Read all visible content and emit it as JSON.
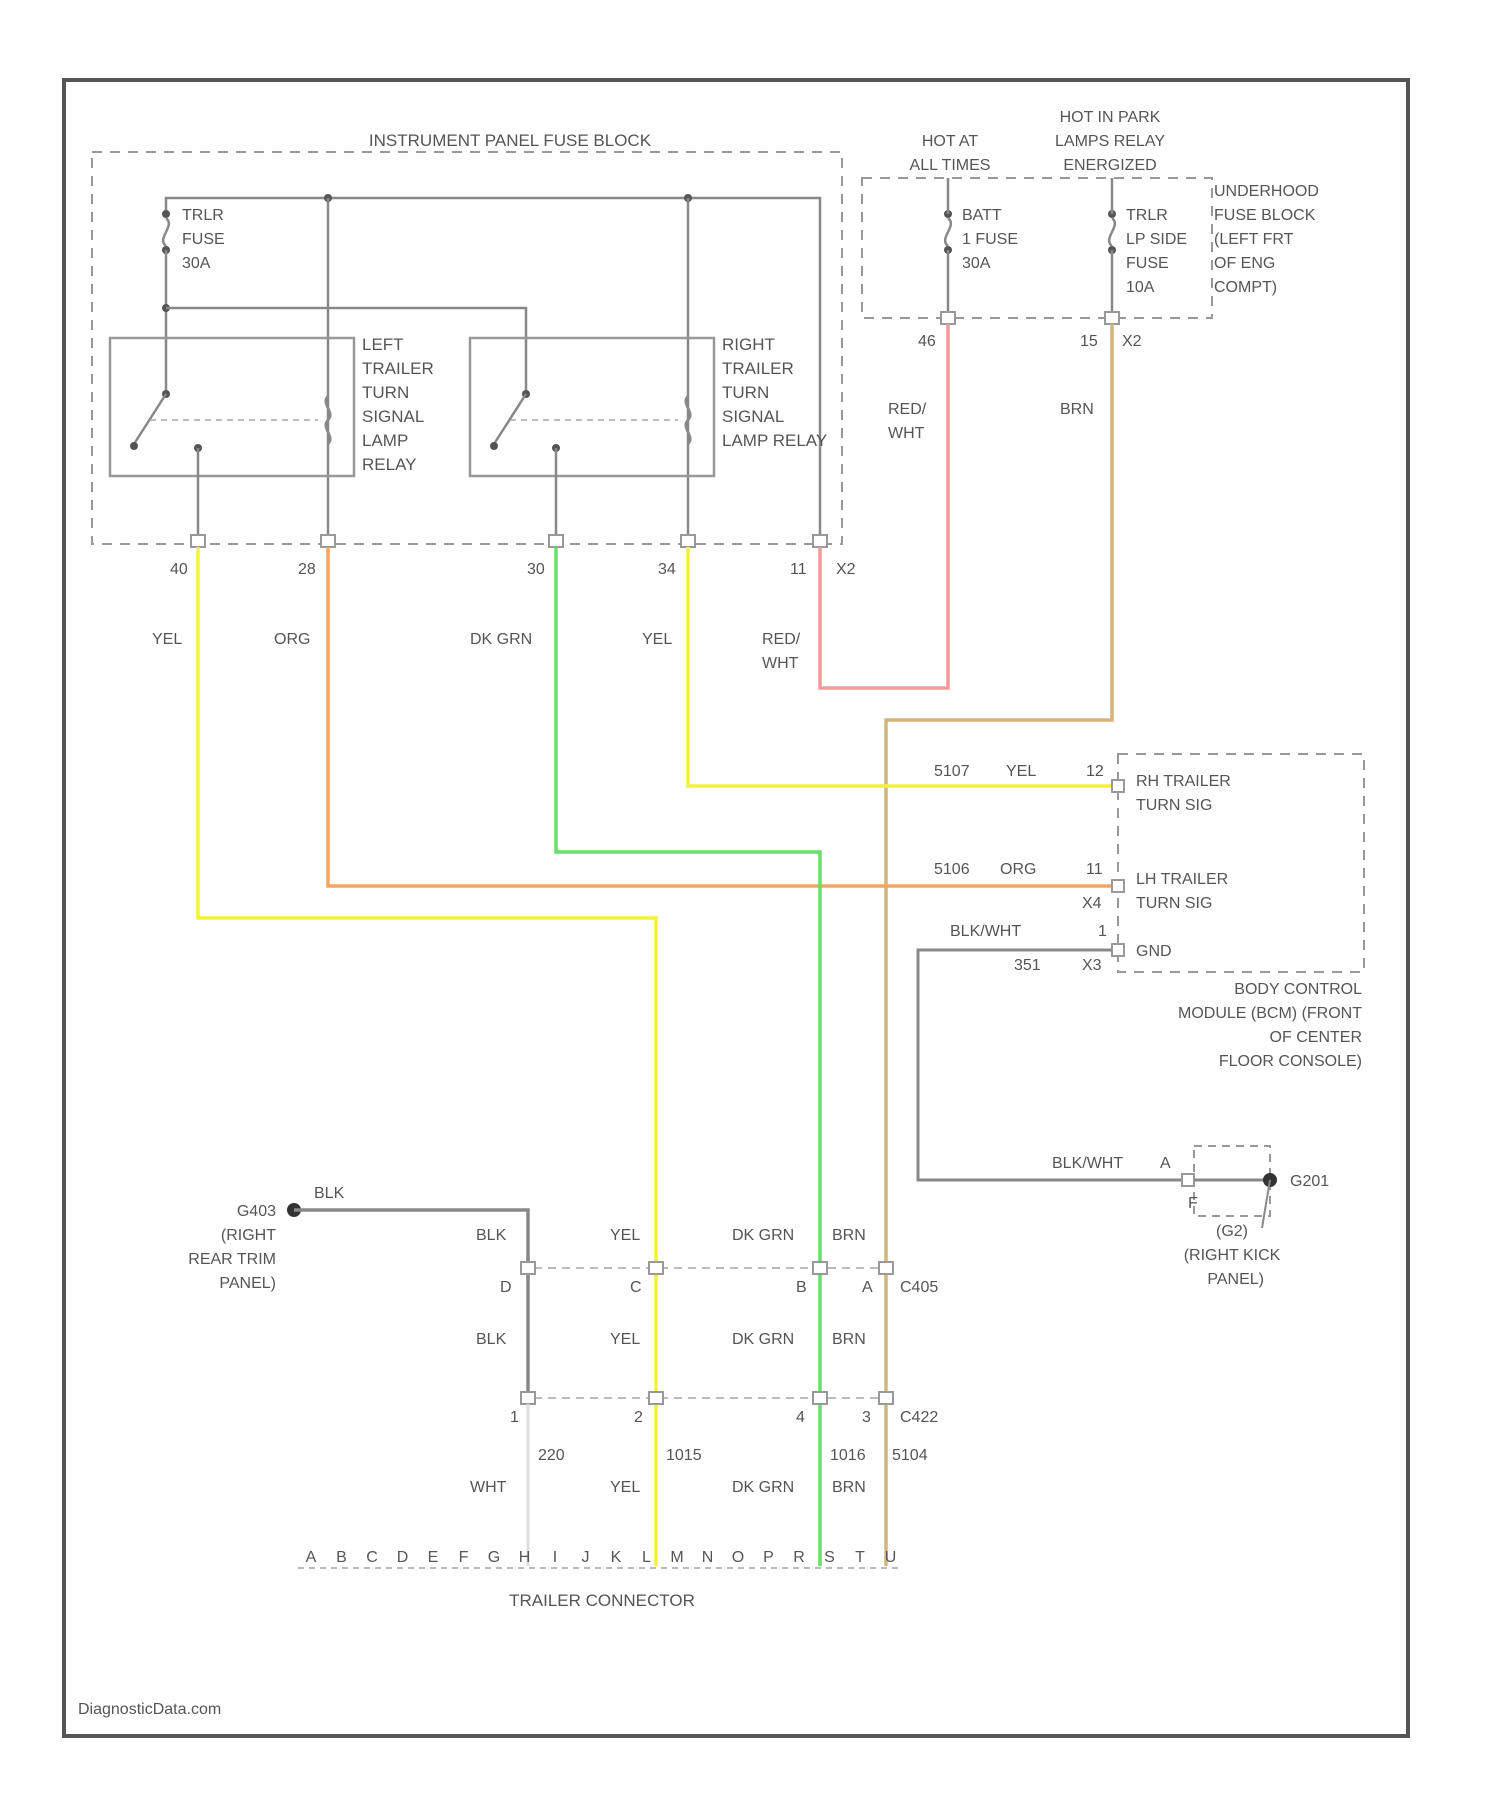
{
  "title": "INSTRUMENT PANEL FUSE BLOCK",
  "watermark": "DiagnosticData.com",
  "colors": {
    "frame": "#555555",
    "wire_grey": "#888888",
    "yellow": "#f2f23a",
    "orange": "#f5a561",
    "green": "#66e066",
    "pink": "#f29a9a",
    "tan": "#d2b679",
    "white_wire": "#dddddd"
  },
  "top_left": {
    "fuse_line1": "TRLR",
    "fuse_line2": "FUSE",
    "fuse_line3": "30A",
    "left_relay": [
      "LEFT",
      "TRAILER",
      "TURN",
      "SIGNAL",
      "LAMP",
      "RELAY"
    ],
    "right_relay": [
      "RIGHT",
      "TRAILER",
      "TURN",
      "SIGNAL",
      "LAMP RELAY"
    ]
  },
  "top_right": {
    "hot_at_all_times": [
      "HOT AT",
      "ALL TIMES"
    ],
    "hot_in_park": [
      "HOT IN PARK",
      "LAMPS RELAY",
      "ENERGIZED"
    ],
    "batt_fuse": [
      "BATT",
      "1 FUSE",
      "30A"
    ],
    "trlr_fuse": [
      "TRLR",
      "LP SIDE",
      "FUSE",
      "10A"
    ],
    "underhood": [
      "UNDERHOOD",
      "FUSE BLOCK",
      "(LEFT FRT",
      "OF ENG",
      "COMPT)"
    ],
    "pin_left": "46",
    "pin_mid": "15",
    "pin_right": "X2",
    "wire_red": [
      "RED/",
      "WHT"
    ],
    "wire_brn": "BRN"
  },
  "ip_pins": {
    "p1": "40",
    "p2": "28",
    "p3": "30",
    "p4": "34",
    "p5": "11",
    "p5b": "X2"
  },
  "wire_labels": {
    "w1": "YEL",
    "w2": "ORG",
    "w3": "DK GRN",
    "w4": "YEL",
    "w5": [
      "RED/",
      "WHT"
    ]
  },
  "bcm": {
    "row1_circuit": "5107",
    "row1_color": "YEL",
    "row1_pin": "12",
    "row1_label": [
      "RH TRAILER",
      "TURN SIG"
    ],
    "row2_circuit": "5106",
    "row2_color": "ORG",
    "row2_pin": "11",
    "row2_pin2": "X4",
    "row2_label": [
      "LH TRAILER",
      "TURN SIG"
    ],
    "row3_color": "BLK/WHT",
    "row3_circuit": "351",
    "row3_pin": "1",
    "row3_pin2": "X3",
    "row3_label": "GND",
    "name": [
      "BODY CONTROL",
      "MODULE (BCM) (FRONT",
      "OF CENTER",
      "FLOOR CONSOLE)"
    ]
  },
  "ground_g201": {
    "wire": "BLK/WHT",
    "pin": "A",
    "pin2": "F",
    "name": "G201",
    "loc": [
      "(RIGHT KICK",
      "PANEL)"
    ],
    "loc_top": "(G2)"
  },
  "ground_g403": {
    "name": "G403",
    "loc": [
      "(RIGHT",
      "REAR TRIM",
      "PANEL)"
    ],
    "wire": "BLK"
  },
  "connector_1": {
    "name": "C405",
    "colors": [
      "BLK",
      "YEL",
      "DK GRN",
      "BRN"
    ],
    "pins": [
      "D",
      "C",
      "B",
      "A"
    ]
  },
  "connector_2": {
    "name": "C422",
    "colors": [
      "BLK",
      "YEL",
      "DK GRN",
      "BRN"
    ],
    "pins": [
      "1",
      "2",
      "4",
      "3"
    ],
    "circuits": [
      "220",
      "1015",
      "1016",
      "5104"
    ],
    "lower_colors": [
      "WHT",
      "YEL",
      "DK GRN",
      "BRN"
    ]
  },
  "trailer": {
    "name": "TRAILER CONNECTOR",
    "pins": [
      "A",
      "B",
      "C",
      "D",
      "E",
      "F",
      "G",
      "H",
      "I",
      "J",
      "K",
      "L",
      "M",
      "N",
      "O",
      "P",
      "R",
      "S",
      "T",
      "U"
    ]
  }
}
